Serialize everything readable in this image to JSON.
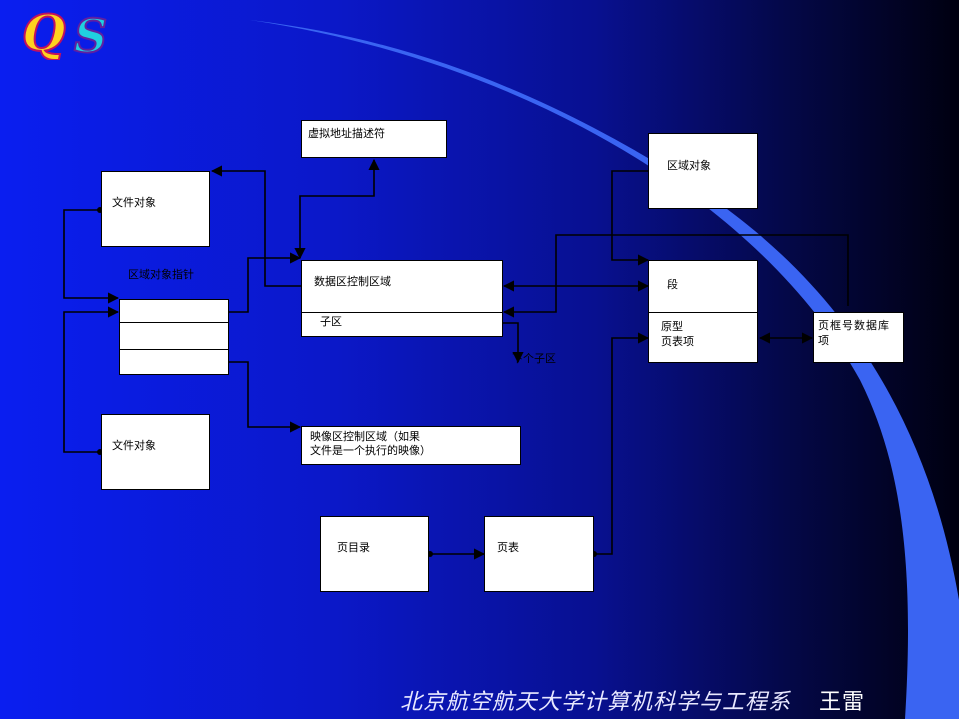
{
  "logo": {
    "text_q": "Q",
    "text_s": "S"
  },
  "boxes": {
    "vad": "虚拟地址描述符",
    "file_object_1": "文件对象",
    "file_object_2": "文件对象",
    "section_pointer_label": "区域对象指针",
    "data_area_control": "数据区控制区域",
    "subsection": "子区",
    "next_subsection": "下个子区",
    "image_area_control": "映像区控制区域（如果\n文件是一个执行的映像）",
    "section_object": "区域对象",
    "segment": "段",
    "prototype_pte": "原型\n页表项",
    "pfn_database": "页框号数据库\n项",
    "page_directory": "页目录",
    "page_table": "页表"
  },
  "footer": {
    "institution": "北京航空航天大学计算机科学与工程系",
    "author": "王雷"
  },
  "colors": {
    "background_left": "#0a1ef0",
    "background_right": "#000010",
    "swoosh": "#3a64f2",
    "box_fill": "#ffffff",
    "line": "#000000"
  }
}
